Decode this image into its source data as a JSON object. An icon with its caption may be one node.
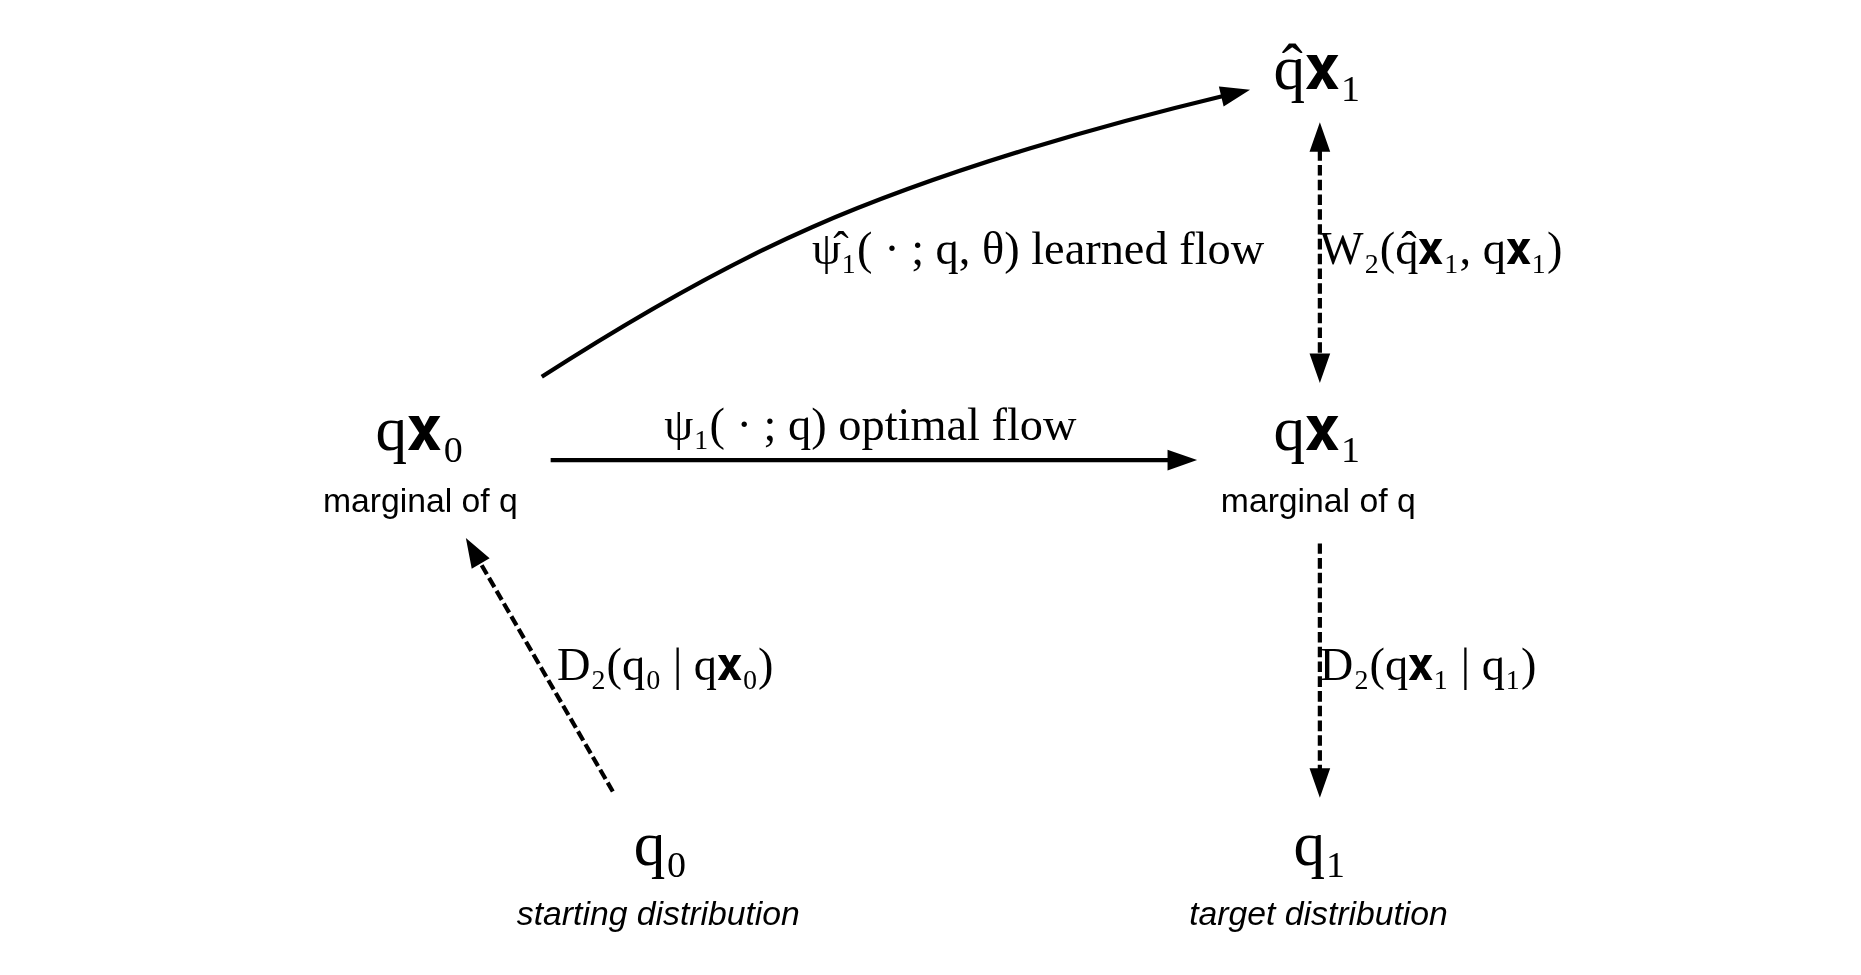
{
  "diagram": {
    "nodes": [
      {
        "text": [
          "q𝐱₀",
          "marginal of q"
        ]
      },
      {
        "text": [
          "q̂𝐱₁"
        ]
      },
      {
        "text": [
          "q𝐱₁",
          "marginal of q"
        ]
      },
      {
        "text": [
          "q₀"
        ],
        "beside": [
          "starting distribution"
        ]
      },
      {
        "text": [
          "q₁"
        ],
        "beside": [
          "target distribution"
        ]
      }
    ],
    "edges": [
      {
        "from": 0,
        "to": 1,
        "arrow": "to",
        "label": "ψ̂₁( · ; q, θ) learned flow"
      },
      {
        "from": 0,
        "to": 2,
        "arrow": "to",
        "label": "ψ₁( · ; q) optimal flow"
      },
      {
        "from": 1,
        "to": 2,
        "arrow": "both",
        "style": "dashed",
        "label": "W₂(q̂𝐱₁, q𝐱₁)"
      },
      {
        "from": 3,
        "to": 0,
        "arrow": "to",
        "style": "dashed",
        "label": "D₂(q₀ | q𝐱₀)"
      },
      {
        "from": 2,
        "to": 4,
        "arrow": "to",
        "style": "dashed",
        "label": "D₂(q𝐱₁ | q₁)"
      }
    ]
  }
}
